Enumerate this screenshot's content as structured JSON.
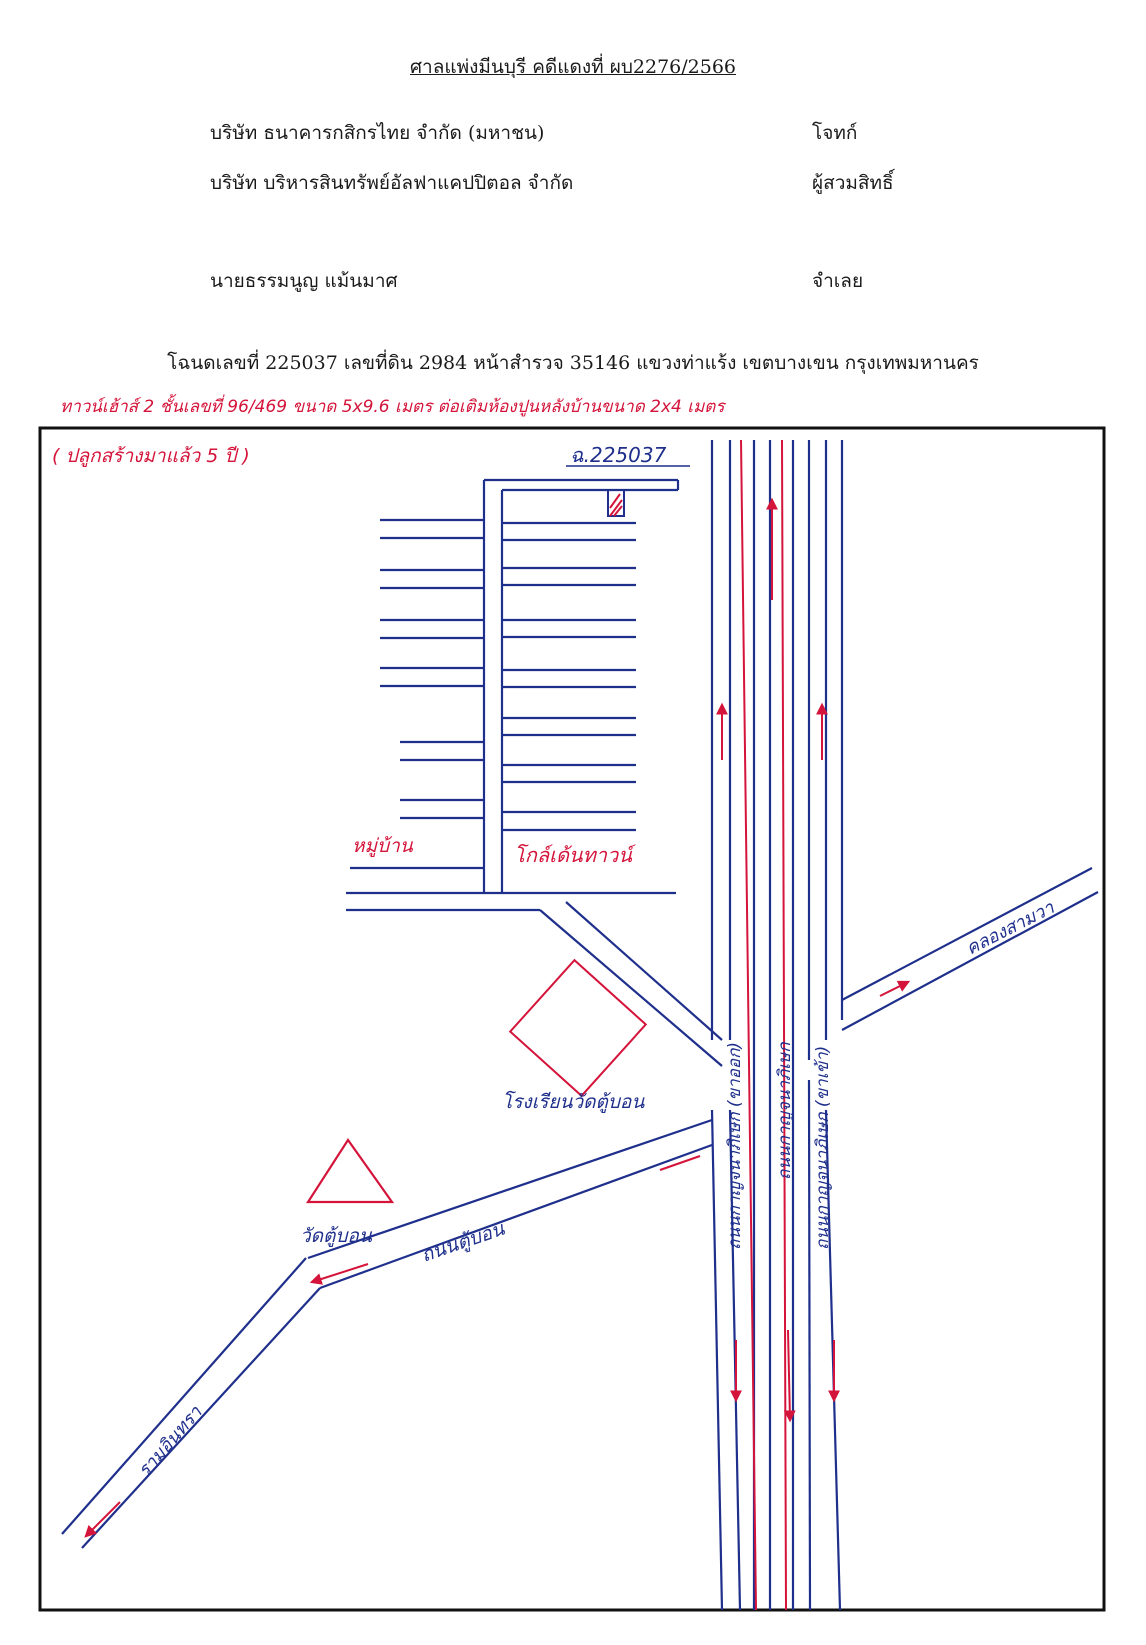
{
  "header": {
    "court_title": "ศาลแพ่งมีนบุรี คดีแดงที่ ผบ2276/2566",
    "parties": [
      {
        "name": "บริษัท ธนาคารกสิกรไทย จำกัด (มหาชน)",
        "role": "โจทก์"
      },
      {
        "name": "บริษัท บริหารสินทรัพย์อัลฟาแคปปิตอล จำกัด",
        "role": "ผู้สวมสิทธิ์"
      },
      {
        "name": "นายธรรมนูญ แม้นมาศ",
        "role": "จำเลย"
      }
    ],
    "deed_line": "โฉนดเลขที่ 225037 เลขที่ดิน 2984 หน้าสำรวจ 35146 แขวงท่าแร้ง เขตบางเขน กรุงเทพมหานคร"
  },
  "map": {
    "annotation_top": "ทาวน์เฮ้าส์ 2 ชั้นเลขที่ 96/469 ขนาด 5x9.6 เมตร ต่อเติมห้องปูนหลังบ้านขนาด 2x4 เมตร",
    "annotation_age": "( ปลูกสร้างมาแล้ว 5 ปี )",
    "deed_label": "ฉ.225037",
    "village_label": "หมู่บ้าน",
    "village_name": "โกล์เด้นทาวน์",
    "school_label": "โรงเรียนวัดตู้บอน",
    "temple_label": "วัดตู้บอน",
    "road_tuborn": "ถนนตู้บอน",
    "road_ram_inthra": "รามอินทรา",
    "road_khlong_samwa": "คลองสามวา",
    "road_left_outbound": "ถนนกาญจนาภิเษก (ขาออก)",
    "road_center": "ถนนกาญจนาภิเษก",
    "road_right_inbound": "ถนนกาญจนาภิเษก (ขาเข้า)",
    "colors": {
      "road": "#1f2f8c",
      "annotation": "#d4143a",
      "frame": "#111111"
    }
  }
}
